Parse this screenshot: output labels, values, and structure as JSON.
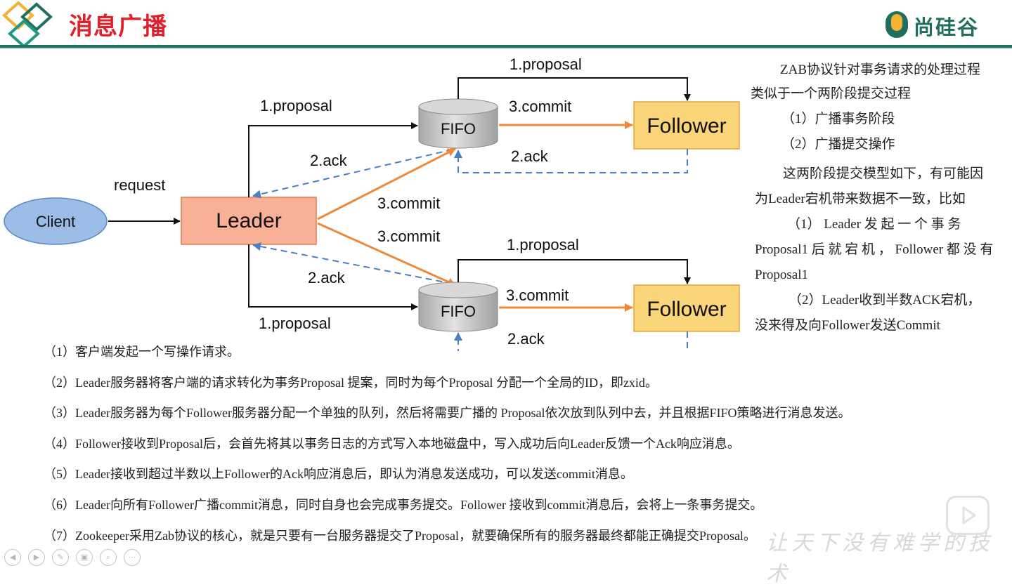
{
  "header": {
    "title": "消息广播",
    "brand": "尚硅谷"
  },
  "diagram": {
    "client": "Client",
    "request": "request",
    "leader": "Leader",
    "fifo_top": "FIFO",
    "fifo_bottom": "FIFO",
    "follower_top": "Follower",
    "follower_bottom": "Follower",
    "labels": {
      "proposal_leader_top": "1.proposal",
      "ack_leader_top": "2.ack",
      "commit_leader_top": "3.commit",
      "commit_leader_bottom": "3.commit",
      "ack_leader_bottom": "2.ack",
      "proposal_leader_bottom": "1.proposal",
      "proposal_follower_top": "1.proposal",
      "commit_follower_top": "3.commit",
      "ack_follower_top": "2.ack",
      "proposal_follower_bottom": "1.proposal",
      "commit_follower_bottom": "3.commit",
      "ack_follower_bottom": "2.ack"
    },
    "colors": {
      "leader_fill": "#f8b096",
      "follower_fill": "#fbd57a",
      "client_fill": "#9bbde6",
      "commit_arrow": "#f0883a",
      "ack_arrow": "#4a7fc4"
    }
  },
  "side_text": [
    "ZAB协议针对事务请求的处理过程",
    "类似于一个两阶段提交过程",
    "（1）广播事务阶段",
    "（2）广播提交操作",
    "这两阶段提交模型如下，有可能因",
    "为Leader宕机带来数据不一致，比如",
    "（1） Leader 发 起 一 个 事 务",
    "Proposal1 后 就 宕 机 ， Follower 都 没 有",
    "Proposal1",
    "（2）Leader收到半数ACK宕机，",
    "没来得及向Follower发送Commit"
  ],
  "steps": [
    "（1）客户端发起一个写操作请求。",
    "（2）Leader服务器将客户端的请求转化为事务Proposal 提案，同时为每个Proposal 分配一个全局的ID，即zxid。",
    "（3）Leader服务器为每个Follower服务器分配一个单独的队列，然后将需要广播的 Proposal依次放到队列中去，并且根据FIFO策略进行消息发送。",
    "（4）Follower接收到Proposal后，会首先将其以事务日志的方式写入本地磁盘中，写入成功后向Leader反馈一个Ack响应消息。",
    "（5）Leader接收到超过半数以上Follower的Ack响应消息后，即认为消息发送成功，可以发送commit消息。",
    "（6）Leader向所有Follower广播commit消息，同时自身也会完成事务提交。Follower 接收到commit消息后，会将上一条事务提交。",
    "（7）Zookeeper采用Zab协议的核心，就是只要有一台服务器提交了Proposal，就要确保所有的服务器最终都能正确提交Proposal。"
  ],
  "watermark": "让天下没有难学的技术",
  "player_controls": [
    "prev-icon",
    "next-icon",
    "pen-icon",
    "slides-icon",
    "zoom-icon",
    "more-icon",
    "play-icon"
  ]
}
